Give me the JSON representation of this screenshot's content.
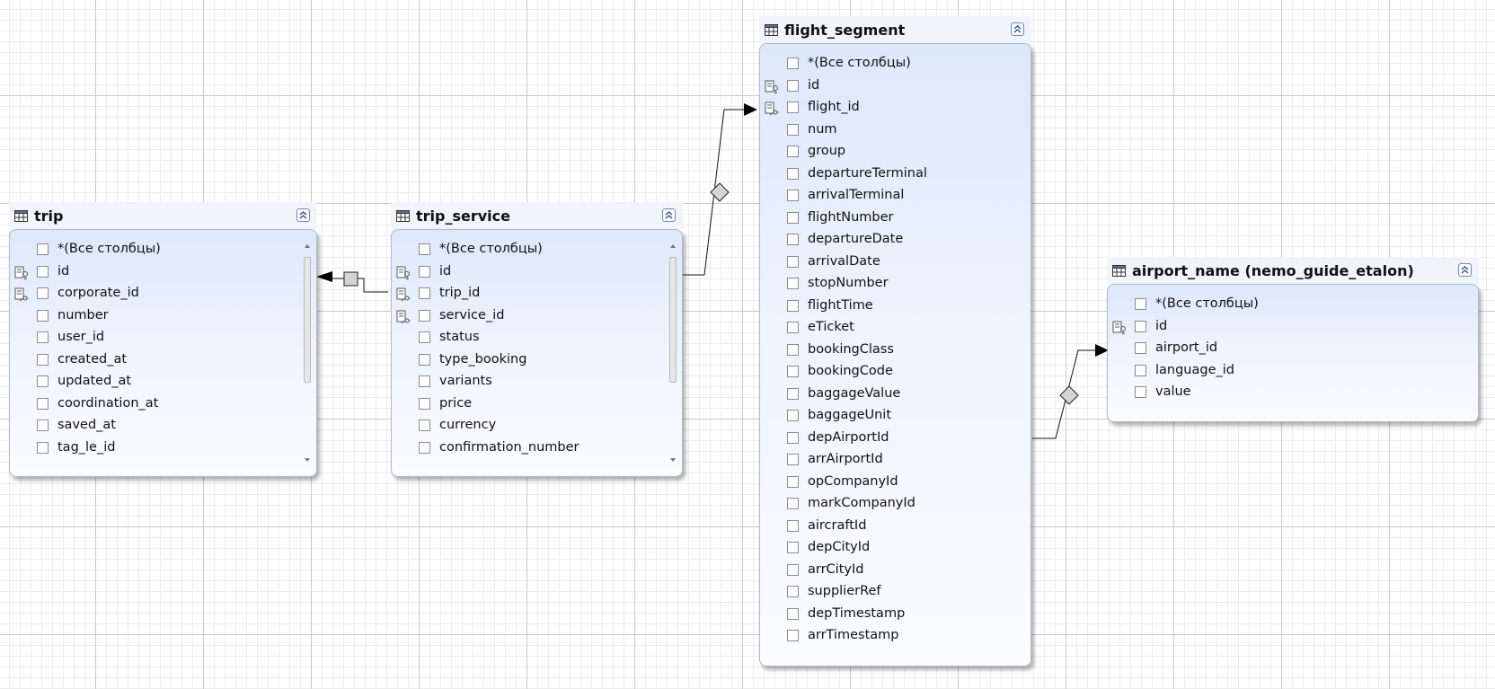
{
  "tables": {
    "trip": {
      "title": "trip",
      "columns": [
        {
          "name": "*(Все столбцы)",
          "key": ""
        },
        {
          "name": "id",
          "key": "pk"
        },
        {
          "name": "corporate_id",
          "key": "fk"
        },
        {
          "name": "number",
          "key": ""
        },
        {
          "name": "user_id",
          "key": ""
        },
        {
          "name": "created_at",
          "key": ""
        },
        {
          "name": "updated_at",
          "key": ""
        },
        {
          "name": "coordination_at",
          "key": ""
        },
        {
          "name": "saved_at",
          "key": ""
        },
        {
          "name": "tag_le_id",
          "key": ""
        }
      ]
    },
    "trip_service": {
      "title": "trip_service",
      "columns": [
        {
          "name": "*(Все столбцы)",
          "key": ""
        },
        {
          "name": "id",
          "key": "pk"
        },
        {
          "name": "trip_id",
          "key": "fk"
        },
        {
          "name": "service_id",
          "key": "fk"
        },
        {
          "name": "status",
          "key": ""
        },
        {
          "name": "type_booking",
          "key": ""
        },
        {
          "name": "variants",
          "key": ""
        },
        {
          "name": "price",
          "key": ""
        },
        {
          "name": "currency",
          "key": ""
        },
        {
          "name": "confirmation_number",
          "key": ""
        }
      ]
    },
    "flight_segment": {
      "title": "flight_segment",
      "columns": [
        {
          "name": "*(Все столбцы)",
          "key": ""
        },
        {
          "name": "id",
          "key": "pk"
        },
        {
          "name": "flight_id",
          "key": "fk"
        },
        {
          "name": "num",
          "key": ""
        },
        {
          "name": "group",
          "key": ""
        },
        {
          "name": "departureTerminal",
          "key": ""
        },
        {
          "name": "arrivalTerminal",
          "key": ""
        },
        {
          "name": "flightNumber",
          "key": ""
        },
        {
          "name": "departureDate",
          "key": ""
        },
        {
          "name": "arrivalDate",
          "key": ""
        },
        {
          "name": "stopNumber",
          "key": ""
        },
        {
          "name": "flightTime",
          "key": ""
        },
        {
          "name": "eTicket",
          "key": ""
        },
        {
          "name": "bookingClass",
          "key": ""
        },
        {
          "name": "bookingCode",
          "key": ""
        },
        {
          "name": "baggageValue",
          "key": ""
        },
        {
          "name": "baggageUnit",
          "key": ""
        },
        {
          "name": "depAirportId",
          "key": ""
        },
        {
          "name": "arrAirportId",
          "key": ""
        },
        {
          "name": "opCompanyId",
          "key": ""
        },
        {
          "name": "markCompanyId",
          "key": ""
        },
        {
          "name": "aircraftId",
          "key": ""
        },
        {
          "name": "depCityId",
          "key": ""
        },
        {
          "name": "arrCityId",
          "key": ""
        },
        {
          "name": "supplierRef",
          "key": ""
        },
        {
          "name": "depTimestamp",
          "key": ""
        },
        {
          "name": "arrTimestamp",
          "key": ""
        }
      ]
    },
    "airport_name": {
      "title": "airport_name (nemo_guide_etalon)",
      "columns": [
        {
          "name": "*(Все столбцы)",
          "key": ""
        },
        {
          "name": "id",
          "key": "pk"
        },
        {
          "name": "airport_id",
          "key": ""
        },
        {
          "name": "language_id",
          "key": ""
        },
        {
          "name": "value",
          "key": ""
        }
      ]
    }
  },
  "icons": {
    "table": "table-grid-icon",
    "collapse": "double-chevron-up-icon",
    "primary_key": "primary-key-icon",
    "foreign_key": "foreign-key-icon"
  },
  "colors": {
    "body_top": "#dde8fb",
    "body_bottom": "#fafcff",
    "header": "#f1f4fa",
    "grid_major": "#c9c9c9",
    "grid_minor": "#ececec"
  }
}
